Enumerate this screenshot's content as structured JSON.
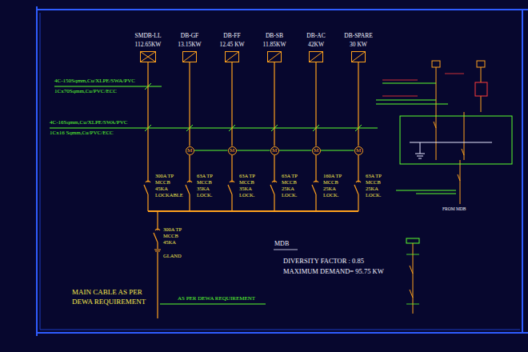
{
  "diagram": {
    "nodes": [
      {
        "text": [
          "SMDB-LL",
          "112.65KW"
        ]
      },
      {
        "text": [
          "DB-GF",
          "13.15KW"
        ]
      },
      {
        "text": [
          "DB-FF",
          "12.45 KW"
        ]
      },
      {
        "text": [
          "DB-SB",
          "11.85KW"
        ]
      },
      {
        "text": [
          "DB-AC",
          "42KW"
        ]
      },
      {
        "text": [
          "DB-SPARE",
          "30 KW"
        ]
      },
      {
        "text": [
          "M"
        ]
      },
      {
        "text": [
          "M"
        ]
      },
      {
        "text": [
          "M"
        ]
      },
      {
        "text": [
          "M"
        ]
      },
      {
        "text": [
          "M"
        ]
      }
    ],
    "edges": [
      {
        "from": 1,
        "to": 6,
        "arrow": "none"
      },
      {
        "from": 2,
        "to": 7,
        "arrow": "none"
      },
      {
        "from": 3,
        "to": 8,
        "arrow": "none"
      },
      {
        "from": 4,
        "to": 9,
        "arrow": "none"
      },
      {
        "from": 5,
        "to": 10,
        "arrow": "none"
      }
    ],
    "labels": [
      "4C-150Sqmm,Cu/XLPE/SWA/PVC",
      "1Cx70Sqmm,Cu/PVC/ECC",
      "4C-16Sqmm,Cu/XLPE/SWA/PVC",
      "1Cx16 Sqmm,Cu/PVC/ECC",
      "300A TP",
      "MCCB",
      "45KA",
      "LOCKABLE",
      "63A TP",
      "MCCB",
      "35KA",
      "LOCK.",
      "63A TP",
      "MCCB",
      "35KA",
      "LOCK.",
      "63A TP",
      "MCCB",
      "25KA",
      "LOCK.",
      "160A TP",
      "MCCB",
      "25KA",
      "LOCK.",
      "63A TP",
      "MCCB",
      "25KA",
      "LOCK.",
      "300A TP",
      "MCCB",
      "45KA",
      "GLAND",
      "MAIN CABLE AS PER",
      "DEWA REQUIREMENT",
      "AS PER DEWA REQUIREMENT",
      "MDB",
      "DIVERSITY FACTOR : 0.85",
      "MAXIMUM DEMAND= 95.75 KW",
      "FROM MDB"
    ]
  }
}
